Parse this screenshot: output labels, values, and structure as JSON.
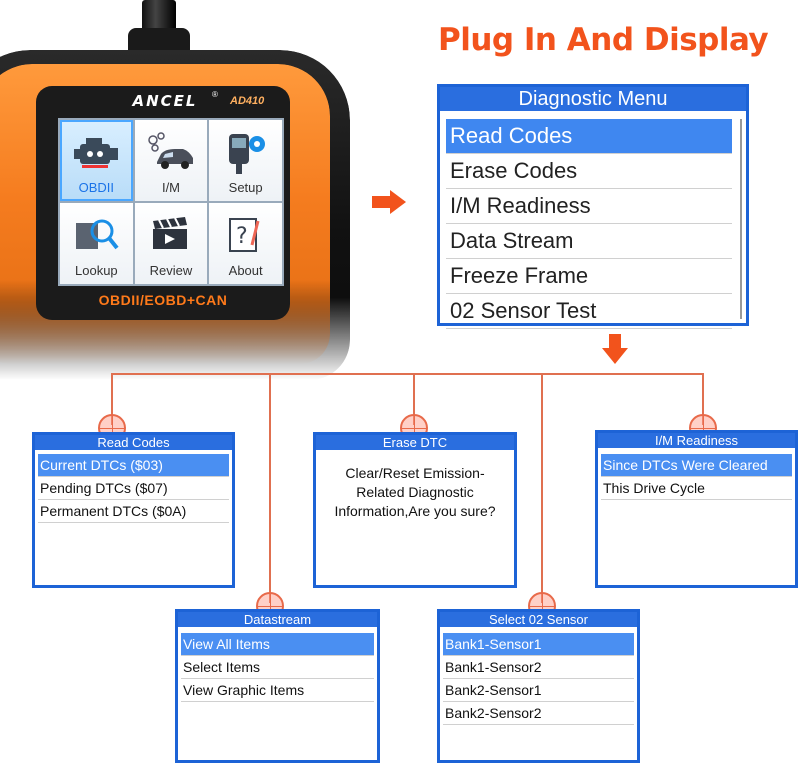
{
  "headline": "Plug In And Display",
  "device": {
    "brand": "ANCEL",
    "registered_mark": "®",
    "model": "AD410",
    "tagline": "OBDII/EOBD+CAN",
    "tiles": [
      {
        "label": "OBDII",
        "icon": "engine-icon",
        "selected": true
      },
      {
        "label": "I/M",
        "icon": "car-icon",
        "selected": false
      },
      {
        "label": "Setup",
        "icon": "scanner-gear-icon",
        "selected": false
      },
      {
        "label": "Lookup",
        "icon": "dtc-magnifier-icon",
        "selected": false
      },
      {
        "label": "Review",
        "icon": "clapperboard-icon",
        "selected": false
      },
      {
        "label": "About",
        "icon": "question-document-icon",
        "selected": false
      }
    ]
  },
  "main_menu": {
    "title": "Diagnostic Menu",
    "items": [
      "Read Codes",
      "Erase Codes",
      "I/M Readiness",
      "Data Stream",
      "Freeze Frame",
      "02 Sensor Test"
    ],
    "selected_index": 0
  },
  "read_codes": {
    "title": "Read Codes",
    "items": [
      "Current DTCs ($03)",
      "Pending DTCs ($07)",
      "Permanent DTCs ($0A)"
    ]
  },
  "erase_dtc": {
    "title": "Erase DTC",
    "message_lines": [
      "Clear/Reset Emission-",
      "Related Diagnostic",
      "Information,Are you sure?"
    ]
  },
  "im_readiness": {
    "title": "I/M Readiness",
    "items": [
      "Since DTCs Were Cleared",
      "This Drive Cycle"
    ]
  },
  "datastream": {
    "title": "Datastream",
    "items": [
      "View All Items",
      "Select Items",
      "View Graphic Items"
    ]
  },
  "o2_sensor": {
    "title": "Select 02 Sensor",
    "items": [
      "Bank1-Sensor1",
      "Bank1-Sensor2",
      "Bank2-Sensor1",
      "Bank2-Sensor2"
    ]
  },
  "colors": {
    "accent_orange": "#f2531c",
    "device_orange": "#f57c1f",
    "screen_blue": "#1d63d6",
    "selection_blue": "#3f87f0",
    "connector_red": "#e07050"
  }
}
